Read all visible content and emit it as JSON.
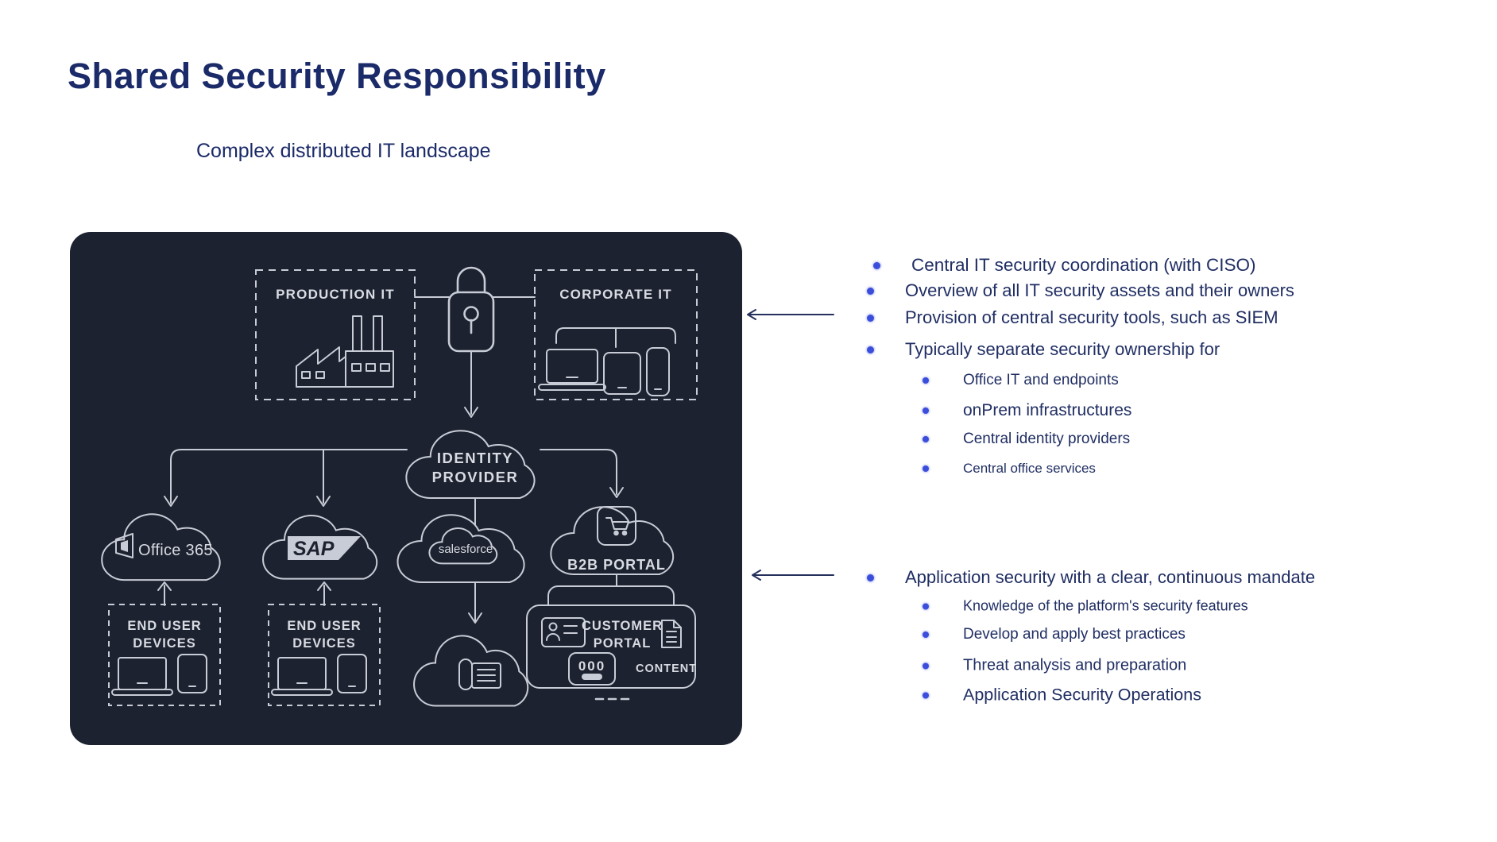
{
  "slide": {
    "title": "Shared Security Responsibility",
    "subtitle": "Complex distributed IT landscape"
  },
  "diagram": {
    "production_it": {
      "label": "PRODUCTION IT"
    },
    "corporate_it": {
      "label": "CORPORATE IT"
    },
    "identity_provider": {
      "line1": "IDENTITY",
      "line2": "PROVIDER"
    },
    "office365": {
      "label": "Office 365"
    },
    "sap": {
      "label": "SAP"
    },
    "salesforce": {
      "label": "salesforce"
    },
    "b2b_portal": {
      "label": "B2B PORTAL"
    },
    "end_user_devices_left": {
      "line1": "END USER",
      "line2": "DEVICES"
    },
    "end_user_devices_right": {
      "line1": "END USER",
      "line2": "DEVICES"
    },
    "customer_portal": {
      "line1": "CUSTOMER",
      "line2": "PORTAL",
      "keypad": "000",
      "content_label": "CONTENT"
    }
  },
  "central_it_notes": {
    "bullets": [
      {
        "text": "Central IT security coordination (with CISO)"
      },
      {
        "text": "Overview of all IT security assets and their owners"
      },
      {
        "text": "Provision of central security tools, such as SIEM"
      },
      {
        "text": "Typically separate security ownership for"
      }
    ],
    "sub_bullets": [
      {
        "text": "Office IT and endpoints"
      },
      {
        "text": "onPrem infrastructures"
      },
      {
        "text": "Central identity providers"
      },
      {
        "text": "Central office services"
      }
    ]
  },
  "application_security_notes": {
    "lead": "Application security with a clear, continuous mandate",
    "sub_bullets": [
      {
        "text": "Knowledge of the platform's security features"
      },
      {
        "text": "Develop and apply best practices"
      },
      {
        "text": "Threat analysis and preparation"
      },
      {
        "text": "Application Security Operations"
      }
    ]
  },
  "colors": {
    "title_navy": "#1b2a68",
    "body_navy": "#202e63",
    "bullet_blue": "#3b4edb",
    "arrow_navy": "#25305c",
    "panel_bg": "#1c2230",
    "diagram_stroke": "#c8ccd6",
    "diagram_text": "#d8dbe2"
  }
}
